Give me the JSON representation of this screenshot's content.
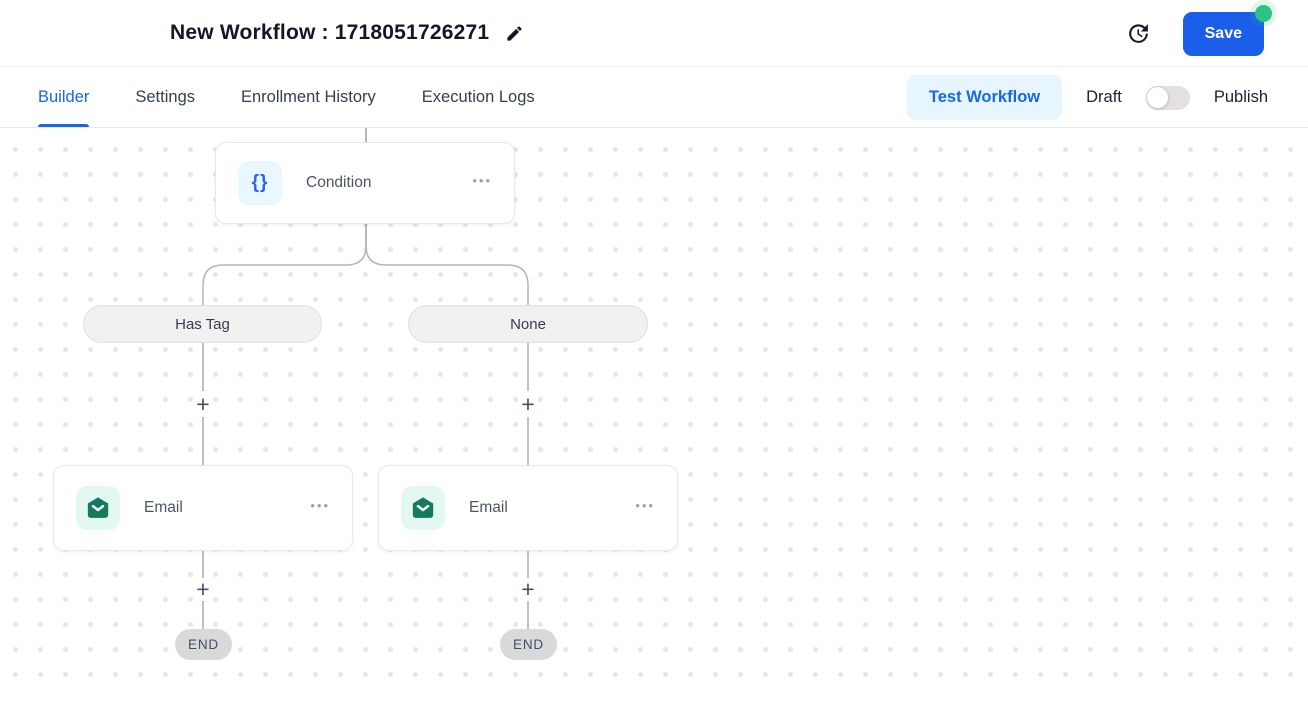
{
  "header": {
    "title": "New Workflow : 1718051726271",
    "save_label": "Save"
  },
  "tabs": {
    "items": [
      {
        "label": "Builder",
        "active": true
      },
      {
        "label": "Settings",
        "active": false
      },
      {
        "label": "Enrollment History",
        "active": false
      },
      {
        "label": "Execution Logs",
        "active": false
      }
    ]
  },
  "toolbar": {
    "test_workflow_label": "Test Workflow",
    "draft_label": "Draft",
    "publish_label": "Publish",
    "publish_toggle_state": "off"
  },
  "canvas": {
    "condition_node": {
      "label": "Condition",
      "icon": "braces-icon"
    },
    "branch_pills": [
      {
        "label": "Has Tag"
      },
      {
        "label": "None"
      }
    ],
    "email_nodes": [
      {
        "label": "Email",
        "icon": "email-icon"
      },
      {
        "label": "Email",
        "icon": "email-icon"
      }
    ],
    "end_pills": [
      {
        "label": "END"
      },
      {
        "label": "END"
      }
    ],
    "symbols": {
      "braces": "{}",
      "plus": "+",
      "menu_dots": "•••"
    }
  },
  "colors": {
    "accent_blue": "#1a5ee9",
    "active_tab_blue": "#1668e3",
    "test_workflow_bg": "#e7f6fe",
    "green_badge": "#2ec186",
    "email_green": "#157a5c",
    "condition_icon_bg": "#e9f8fe",
    "email_icon_bg": "#e4f8f2",
    "connector_gray": "#b4b0ae"
  }
}
